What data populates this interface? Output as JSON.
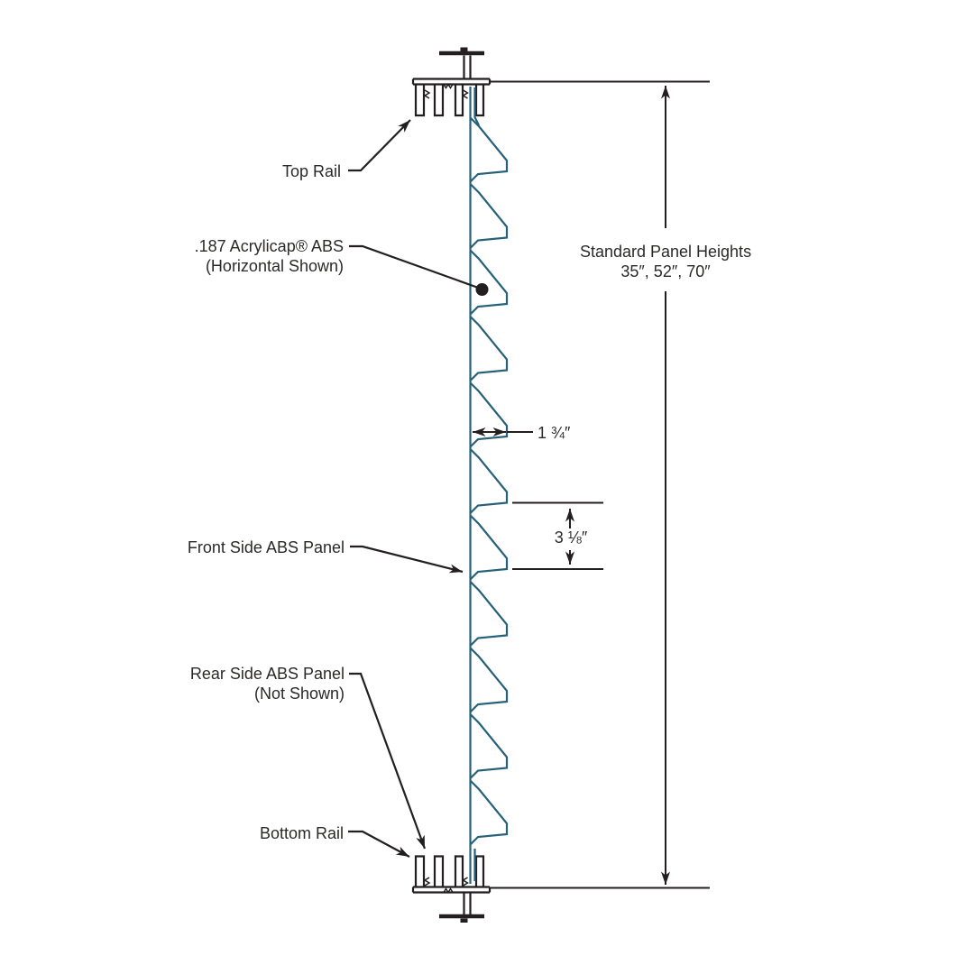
{
  "diagram": {
    "labels": {
      "top_rail": "Top Rail",
      "acrylicap_line1": ".187 Acrylicap® ABS",
      "acrylicap_line2": "(Horizontal Shown)",
      "front_panel": "Front Side ABS Panel",
      "rear_panel_line1": "Rear Side ABS Panel",
      "rear_panel_line2": "(Not Shown)",
      "bottom_rail": "Bottom Rail"
    },
    "dimensions": {
      "panel_width": "1 ¾″",
      "rib_pitch": "3 ⅛″",
      "heights_title": "Standard Panel Heights",
      "heights_values": "35″, 52″, 70″"
    },
    "colors": {
      "ink": "#231f20",
      "teal": "#266179",
      "background": "#ffffff",
      "text": "#2b2a28"
    }
  }
}
